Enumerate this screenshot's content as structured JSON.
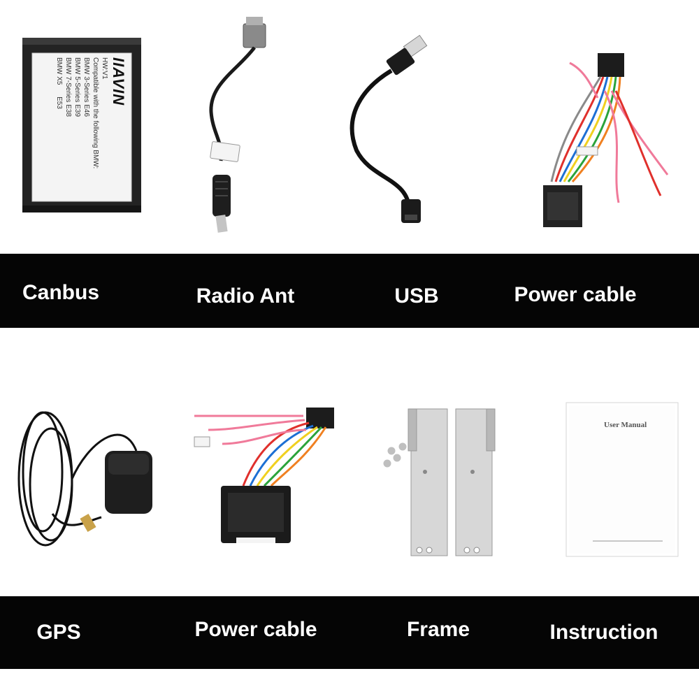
{
  "accessories_top": [
    {
      "name": "Canbus"
    },
    {
      "name": "Radio Ant"
    },
    {
      "name": "USB"
    },
    {
      "name": "Power cable"
    }
  ],
  "accessories_bottom": [
    {
      "name": "GPS"
    },
    {
      "name": "Power cable"
    },
    {
      "name": "Frame"
    },
    {
      "name": "Instruction"
    }
  ],
  "canbus_sticker": {
    "brand": "IIAVIN",
    "lines": [
      "HW:V1",
      "Compatible with the following BMW:",
      "BMW 3-Series E46",
      "BMW 5-Series E39",
      "BMW 7-Series E38",
      "BMW X5      E53"
    ]
  },
  "manual_cover": {
    "title": "User Manual"
  },
  "colors": {
    "band": "#050505",
    "label_text": "#ffffff",
    "background": "#ffffff"
  }
}
